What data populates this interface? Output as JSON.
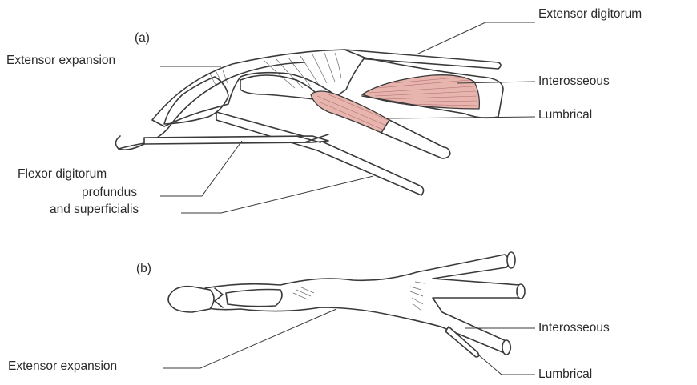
{
  "panels": {
    "a": {
      "label": "(a)",
      "labels": {
        "extensor_digitorum": "Extensor digitorum",
        "extensor_expansion": "Extensor expansion",
        "interosseous": "Interosseous",
        "lumbrical": "Lumbrical",
        "flexor_line1": "Flexor digitorum",
        "flexor_line2": "profundus",
        "flexor_line3": "and superficialis"
      }
    },
    "b": {
      "label": "(b)",
      "labels": {
        "interosseous": "Interosseous",
        "extensor_expansion": "Extensor expansion",
        "lumbrical": "Lumbrical"
      }
    }
  },
  "colors": {
    "muscle": "#e8b4ae",
    "outline": "#3a3a3a",
    "text": "#2a2a2a"
  }
}
